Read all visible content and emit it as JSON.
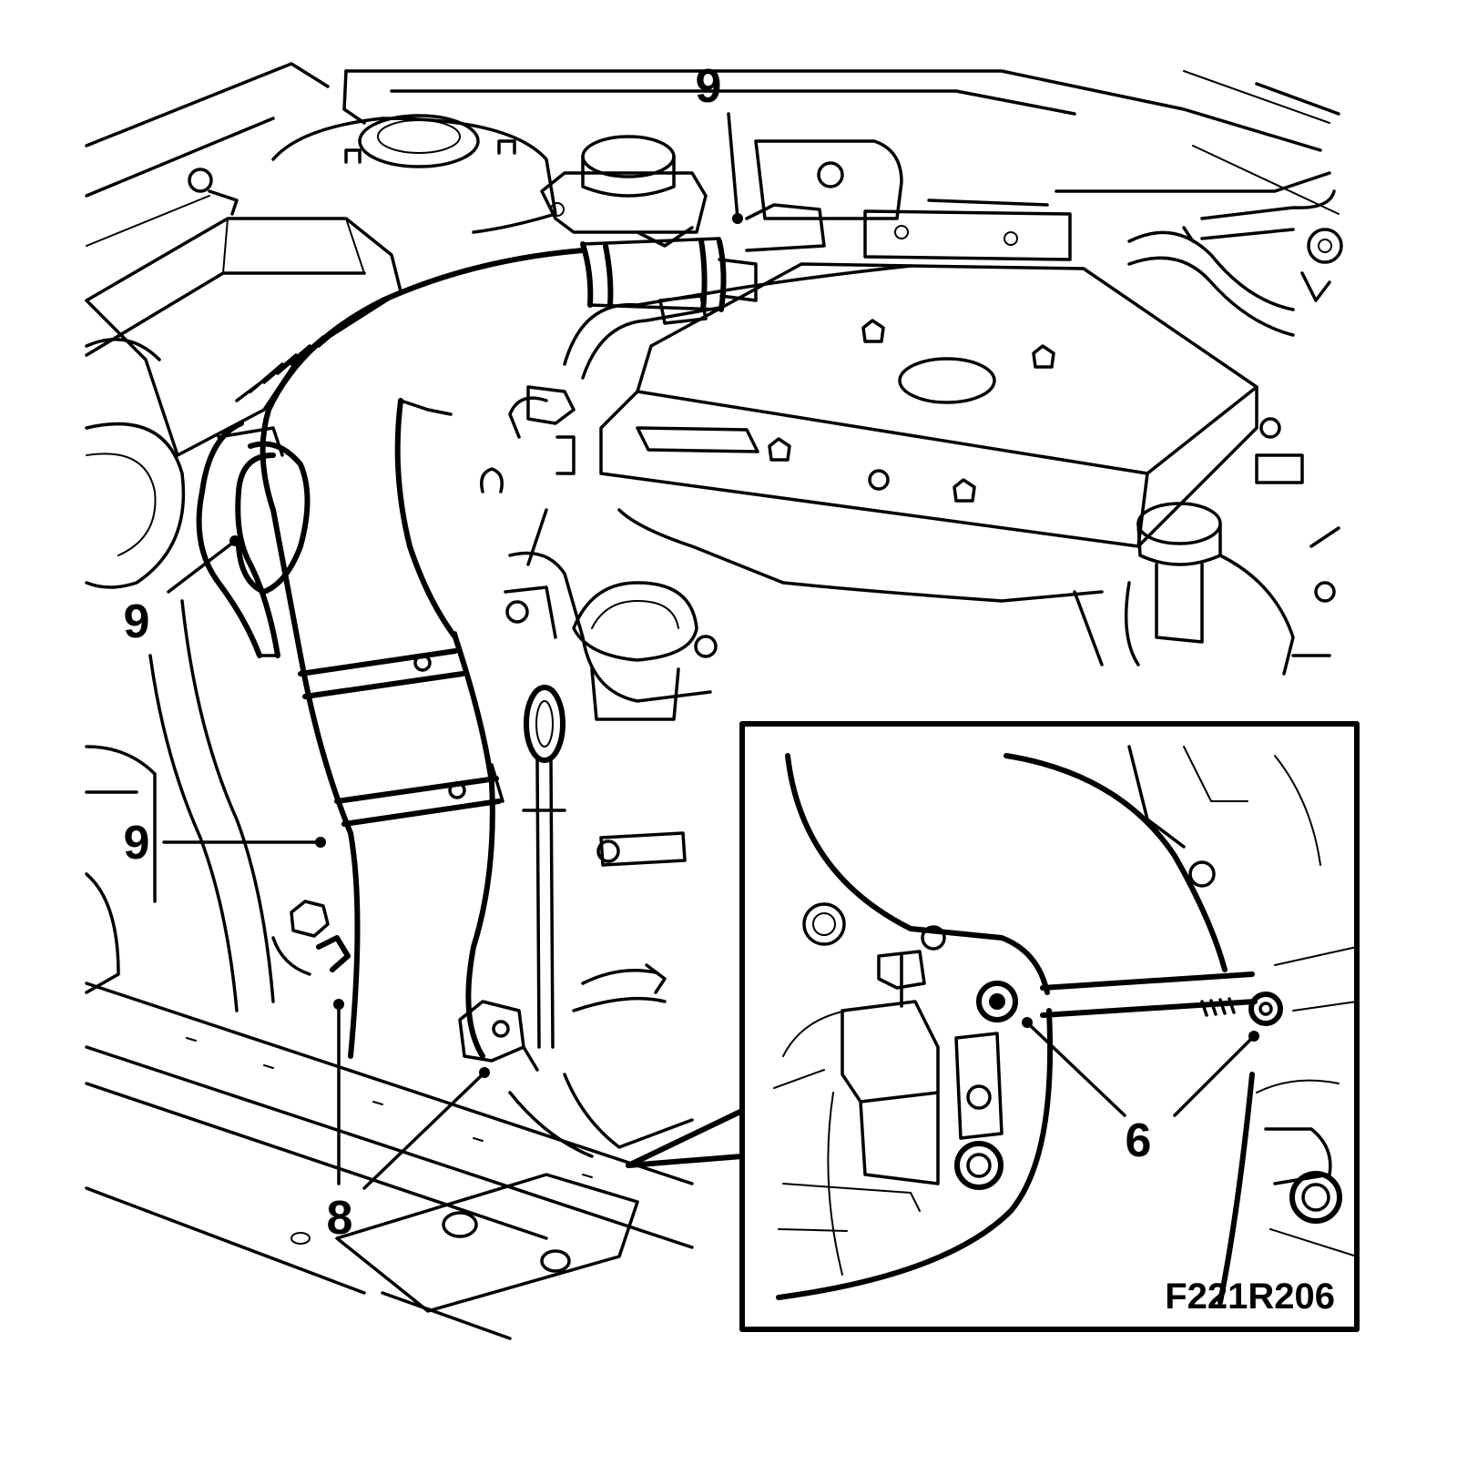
{
  "figure_code": "F221R206",
  "callouts": {
    "top_9": "9",
    "left_upper_9": "9",
    "left_lower_9": "9",
    "bottom_8": "8",
    "inset_6": "6"
  },
  "colors": {
    "ink": "#000000",
    "paper": "#ffffff"
  }
}
